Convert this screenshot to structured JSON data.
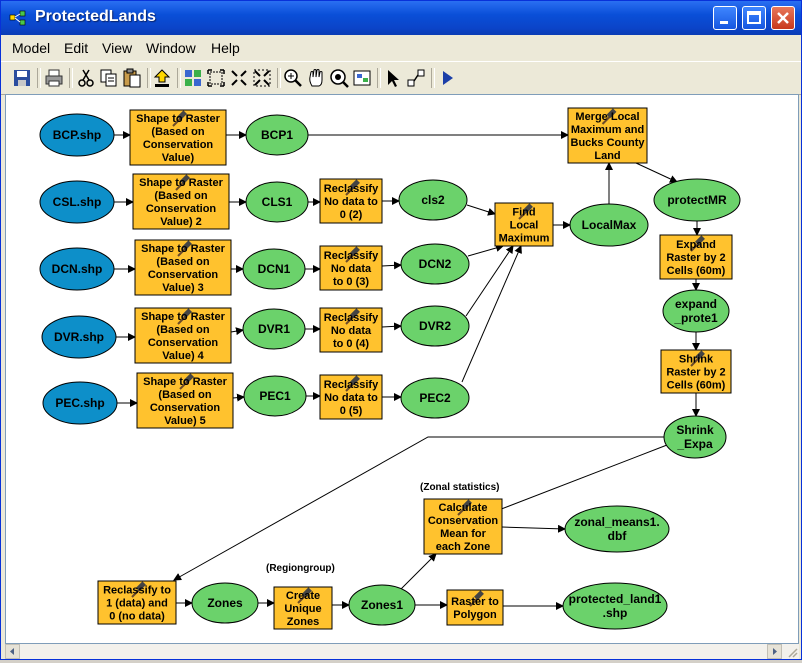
{
  "window": {
    "title": "ProtectedLands"
  },
  "menu": [
    "Model",
    "Edit",
    "View",
    "Window",
    "Help"
  ],
  "toolbar": {
    "icons": [
      "save-icon",
      "print-icon",
      "cut-icon",
      "copy-icon",
      "paste-icon",
      "add-data-icon",
      "auto-layout-icon",
      "full-extent-icon",
      "zoom-in-fixed-icon",
      "zoom-out-fixed-icon",
      "zoom-in-icon",
      "pan-icon",
      "zoom-full-icon",
      "overview-icon",
      "select-icon",
      "connect-icon",
      "run-icon"
    ]
  },
  "colors": {
    "input_data": "#0d8fc9",
    "derived_data": "#6bd26b",
    "tool": "#ffc22e",
    "line": "#000000"
  },
  "model": {
    "inputs": {
      "bcp": "BCP.shp",
      "csl": "CSL.shp",
      "dcn": "DCN.shp",
      "dvr": "DVR.shp",
      "pec": "PEC.shp"
    },
    "tools": {
      "s2r1": [
        "Shape to Raster",
        "(Based on",
        "Conservation",
        "Value)"
      ],
      "s2r2": [
        "Shape to Raster",
        "(Based on",
        "Conservation",
        "Value) 2"
      ],
      "s2r3": [
        "Shape to Raster",
        "(Based on",
        "Conservation",
        "Value) 3"
      ],
      "s2r4": [
        "Shape to Raster",
        "(Based on",
        "Conservation",
        "Value) 4"
      ],
      "s2r5": [
        "Shape to Raster",
        "(Based on",
        "Conservation",
        "Value) 5"
      ],
      "rc2": [
        "Reclassify",
        "No data to",
        "0 (2)"
      ],
      "rc3": [
        "Reclassify",
        "No data",
        "to 0  (3)"
      ],
      "rc4": [
        "Reclassify",
        "No data",
        "to 0  (4)"
      ],
      "rc5": [
        "Reclassify",
        "No data to",
        "0 (5)"
      ],
      "findmax": [
        "Find",
        "Local",
        "Maximum"
      ],
      "merge": [
        "Merge Local",
        "Maximum and",
        "Bucks County",
        "Land"
      ],
      "expand": [
        "Expand",
        "Raster by 2",
        "Cells (60m)"
      ],
      "shrink": [
        "Shrink",
        "Raster by 2",
        "Cells (60m)"
      ],
      "reclass1": [
        "Reclassify to",
        "1 (data) and",
        "0 (no data)"
      ],
      "zones": [
        "Create",
        "Unique",
        "Zones"
      ],
      "zonal": [
        "Calculate",
        "Conservation",
        "Mean for",
        "each Zone"
      ],
      "topoly": [
        "Raster to",
        "Polygon"
      ]
    },
    "derived": {
      "bcp1": [
        "BCP1"
      ],
      "cls1": [
        "CLS1"
      ],
      "dcn1": [
        "DCN1"
      ],
      "dvr1": [
        "DVR1"
      ],
      "pec1": [
        "PEC1"
      ],
      "cls2": [
        "cls2"
      ],
      "dcn2": [
        "DCN2"
      ],
      "dvr2": [
        "DVR2"
      ],
      "pec2": [
        "PEC2"
      ],
      "localmax": [
        "LocalMax"
      ],
      "protectmr": [
        "protectMR"
      ],
      "expandproto": [
        "expand",
        "_prote1"
      ],
      "shrinkexpa": [
        "Shrink",
        "_Expa"
      ],
      "zonesout": [
        "Zones"
      ],
      "zones1": [
        "Zones1"
      ],
      "zonalmeans": [
        "zonal_means1.",
        "dbf"
      ],
      "protectedland": [
        "protected_land1",
        ".shp"
      ]
    },
    "annotations": {
      "zonal": "(Zonal statistics)",
      "regiongroup": "(Regiongroup)"
    }
  }
}
